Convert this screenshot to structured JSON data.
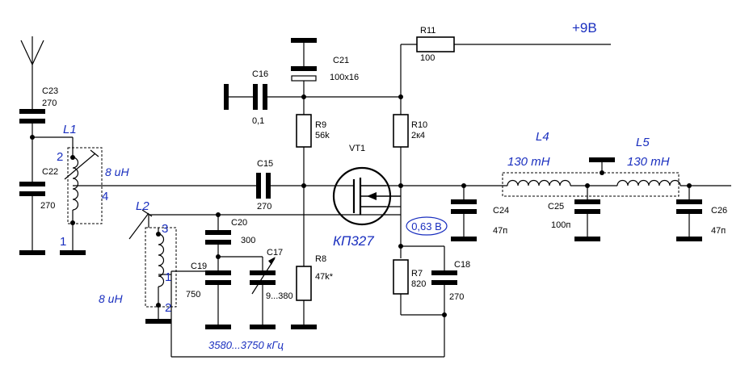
{
  "supply": "+9В",
  "transistor": {
    "ref": "VT1",
    "type": "КП327"
  },
  "voltage": "0,63 В",
  "frequency_range": "3580...3750 кГц",
  "coils": {
    "L1": {
      "ref": "L1",
      "value": "8 uH",
      "pin_top": "2",
      "pin_tap": "4",
      "pin_bottom": "1"
    },
    "L2": {
      "ref": "L2",
      "value": "8 uH",
      "pin_top": "3",
      "pin_tap": "1",
      "pin_bottom": "2"
    },
    "L4": {
      "ref": "L4",
      "value": "130 mH"
    },
    "L5": {
      "ref": "L5",
      "value": "130 mH"
    }
  },
  "caps": {
    "C15": {
      "ref": "C15",
      "value": "270"
    },
    "C16": {
      "ref": "C16",
      "value": "0,1"
    },
    "C17": {
      "ref": "C17",
      "value": "9...380"
    },
    "C18": {
      "ref": "C18",
      "value": "270"
    },
    "C19": {
      "ref": "C19",
      "value": "750"
    },
    "C20": {
      "ref": "C20",
      "value": "300"
    },
    "C21": {
      "ref": "C21",
      "value": "100х16"
    },
    "C22": {
      "ref": "C22",
      "value": "270"
    },
    "C23": {
      "ref": "C23",
      "value": "270"
    },
    "C24": {
      "ref": "C24",
      "value": "47п"
    },
    "C25": {
      "ref": "C25",
      "value": "100п"
    },
    "C26": {
      "ref": "C26",
      "value": "47п"
    }
  },
  "resistors": {
    "R7": {
      "ref": "R7",
      "value": "820"
    },
    "R8": {
      "ref": "R8",
      "value": "47k*"
    },
    "R9": {
      "ref": "R9",
      "value": "56k"
    },
    "R10": {
      "ref": "R10",
      "value": "2к4"
    },
    "R11": {
      "ref": "R11",
      "value": "100"
    }
  }
}
